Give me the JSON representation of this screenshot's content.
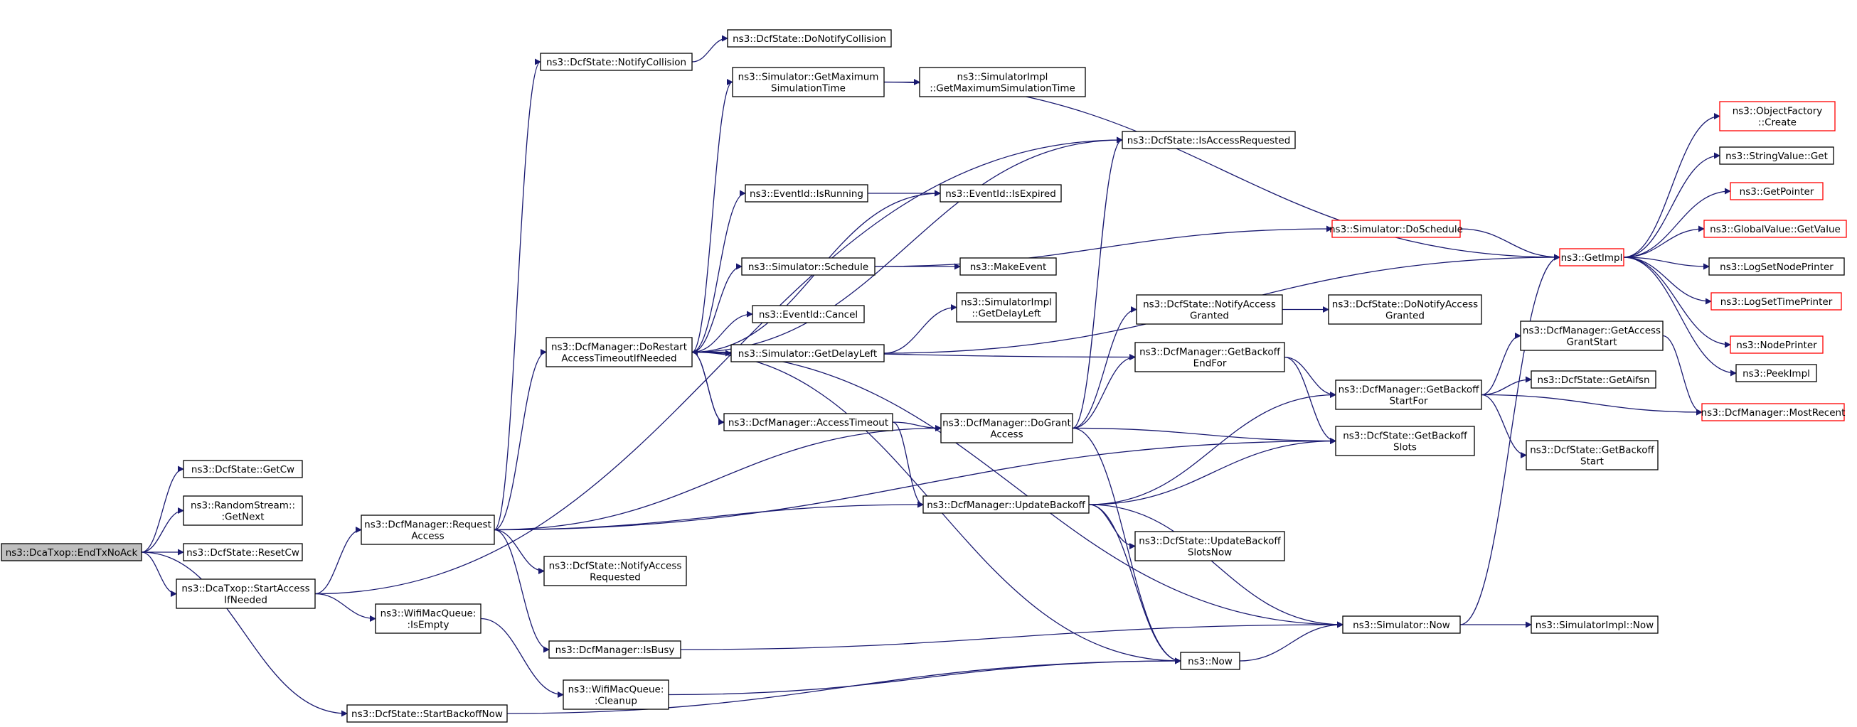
{
  "nodes": [
    {
      "id": "root",
      "lines": [
        "ns3::DcaTxop::EndTxNoAck"
      ],
      "kind": "root"
    },
    {
      "id": "getcw",
      "lines": [
        "ns3::DcfState::GetCw"
      ]
    },
    {
      "id": "rndnext",
      "lines": [
        "ns3::RandomStream::",
        ":GetNext"
      ]
    },
    {
      "id": "resetcw",
      "lines": [
        "ns3::DcfState::ResetCw"
      ]
    },
    {
      "id": "startacc",
      "lines": [
        "ns3::DcaTxop::StartAccess",
        "IfNeeded"
      ]
    },
    {
      "id": "startbo",
      "lines": [
        "ns3::DcfState::StartBackoffNow"
      ]
    },
    {
      "id": "reqacc",
      "lines": [
        "ns3::DcfManager::Request",
        "Access"
      ]
    },
    {
      "id": "wqempty",
      "lines": [
        "ns3::WifiMacQueue:",
        ":IsEmpty"
      ]
    },
    {
      "id": "notifycol",
      "lines": [
        "ns3::DcfState::NotifyCollision"
      ]
    },
    {
      "id": "donotifycol",
      "lines": [
        "ns3::DcfState::DoNotifyCollision"
      ]
    },
    {
      "id": "doRestart",
      "lines": [
        "ns3::DcfManager::DoRestart",
        "AccessTimeoutIfNeeded"
      ]
    },
    {
      "id": "notifyaccreq",
      "lines": [
        "ns3::DcfState::NotifyAccess",
        "Requested"
      ]
    },
    {
      "id": "isbusy",
      "lines": [
        "ns3::DcfManager::IsBusy"
      ]
    },
    {
      "id": "wqcleanup",
      "lines": [
        "ns3::WifiMacQueue:",
        ":Cleanup"
      ]
    },
    {
      "id": "getmaxsim",
      "lines": [
        "ns3::Simulator::GetMaximum",
        "SimulationTime"
      ]
    },
    {
      "id": "implmaxsim",
      "lines": [
        "ns3::SimulatorImpl",
        "::GetMaximumSimulationTime"
      ]
    },
    {
      "id": "evrunning",
      "lines": [
        "ns3::EventId::IsRunning"
      ]
    },
    {
      "id": "evexpired",
      "lines": [
        "ns3::EventId::IsExpired"
      ]
    },
    {
      "id": "schedule",
      "lines": [
        "ns3::Simulator::Schedule"
      ]
    },
    {
      "id": "makeevent",
      "lines": [
        "ns3::MakeEvent"
      ]
    },
    {
      "id": "evcancel",
      "lines": [
        "ns3::EventId::Cancel"
      ]
    },
    {
      "id": "getdelay",
      "lines": [
        "ns3::Simulator::GetDelayLeft"
      ]
    },
    {
      "id": "impldelay",
      "lines": [
        "ns3::SimulatorImpl",
        "::GetDelayLeft"
      ]
    },
    {
      "id": "acctimeout",
      "lines": [
        "ns3::DcfManager::AccessTimeout"
      ]
    },
    {
      "id": "updbackoff",
      "lines": [
        "ns3::DcfManager::UpdateBackoff"
      ]
    },
    {
      "id": "isaccreq",
      "lines": [
        "ns3::DcfState::IsAccessRequested"
      ]
    },
    {
      "id": "doschedule",
      "lines": [
        "ns3::Simulator::DoSchedule"
      ],
      "kind": "red"
    },
    {
      "id": "notifygranted",
      "lines": [
        "ns3::DcfState::NotifyAccess",
        "Granted"
      ]
    },
    {
      "id": "donotifygranted",
      "lines": [
        "ns3::DcfState::DoNotifyAccess",
        "Granted"
      ]
    },
    {
      "id": "getboend",
      "lines": [
        "ns3::DcfManager::GetBackoff",
        "EndFor"
      ]
    },
    {
      "id": "dogrant",
      "lines": [
        "ns3::DcfManager::DoGrant",
        "Access"
      ]
    },
    {
      "id": "getboslots",
      "lines": [
        "ns3::DcfState::GetBackoff",
        "Slots"
      ]
    },
    {
      "id": "updboslots",
      "lines": [
        "ns3::DcfState::UpdateBackoff",
        "SlotsNow"
      ]
    },
    {
      "id": "now",
      "lines": [
        "ns3::Now"
      ]
    },
    {
      "id": "simnow",
      "lines": [
        "ns3::Simulator::Now"
      ]
    },
    {
      "id": "getbostart",
      "lines": [
        "ns3::DcfManager::GetBackoff",
        "StartFor"
      ]
    },
    {
      "id": "getaccgrant",
      "lines": [
        "ns3::DcfManager::GetAccess",
        "GrantStart"
      ]
    },
    {
      "id": "getaifsn",
      "lines": [
        "ns3::DcfState::GetAifsn"
      ]
    },
    {
      "id": "getbostartst",
      "lines": [
        "ns3::DcfState::GetBackoff",
        "Start"
      ]
    },
    {
      "id": "implnow",
      "lines": [
        "ns3::SimulatorImpl::Now"
      ]
    },
    {
      "id": "getimpl",
      "lines": [
        "ns3::GetImpl"
      ],
      "kind": "red"
    },
    {
      "id": "objfactory",
      "lines": [
        "ns3::ObjectFactory",
        "::Create"
      ],
      "kind": "red"
    },
    {
      "id": "strget",
      "lines": [
        "ns3::StringValue::Get"
      ]
    },
    {
      "id": "getptr",
      "lines": [
        "ns3::GetPointer"
      ],
      "kind": "red"
    },
    {
      "id": "globget",
      "lines": [
        "ns3::GlobalValue::GetValue"
      ],
      "kind": "red"
    },
    {
      "id": "lognode",
      "lines": [
        "ns3::LogSetNodePrinter"
      ]
    },
    {
      "id": "logtime",
      "lines": [
        "ns3::LogSetTimePrinter"
      ],
      "kind": "red"
    },
    {
      "id": "nodeprinter",
      "lines": [
        "ns3::NodePrinter"
      ],
      "kind": "red"
    },
    {
      "id": "peekimpl",
      "lines": [
        "ns3::PeekImpl"
      ]
    },
    {
      "id": "mostrecent",
      "lines": [
        "ns3::DcfManager::MostRecent"
      ],
      "kind": "red"
    }
  ],
  "edges": [
    [
      "root",
      "getcw"
    ],
    [
      "root",
      "rndnext"
    ],
    [
      "root",
      "resetcw"
    ],
    [
      "root",
      "startacc"
    ],
    [
      "root",
      "startbo"
    ],
    [
      "startacc",
      "reqacc"
    ],
    [
      "startacc",
      "wqempty"
    ],
    [
      "startacc",
      "isaccreq"
    ],
    [
      "wqempty",
      "wqcleanup"
    ],
    [
      "reqacc",
      "notifycol"
    ],
    [
      "reqacc",
      "doRestart"
    ],
    [
      "reqacc",
      "notifyaccreq"
    ],
    [
      "reqacc",
      "isbusy"
    ],
    [
      "reqacc",
      "dogrant"
    ],
    [
      "reqacc",
      "updbackoff"
    ],
    [
      "reqacc",
      "getboslots"
    ],
    [
      "notifycol",
      "donotifycol"
    ],
    [
      "isbusy",
      "simnow"
    ],
    [
      "wqcleanup",
      "now"
    ],
    [
      "startbo",
      "now"
    ],
    [
      "doRestart",
      "isaccreq"
    ],
    [
      "doRestart",
      "getmaxsim"
    ],
    [
      "doRestart",
      "evrunning"
    ],
    [
      "doRestart",
      "evexpired"
    ],
    [
      "doRestart",
      "schedule"
    ],
    [
      "doRestart",
      "evcancel"
    ],
    [
      "doRestart",
      "getdelay"
    ],
    [
      "doRestart",
      "acctimeout"
    ],
    [
      "doRestart",
      "getboend"
    ],
    [
      "doRestart",
      "now"
    ],
    [
      "doRestart",
      "simnow"
    ],
    [
      "getmaxsim",
      "implmaxsim"
    ],
    [
      "getmaxsim",
      "getimpl"
    ],
    [
      "evrunning",
      "evexpired"
    ],
    [
      "schedule",
      "makeevent"
    ],
    [
      "schedule",
      "doschedule"
    ],
    [
      "getdelay",
      "impldelay"
    ],
    [
      "getdelay",
      "getimpl"
    ],
    [
      "doschedule",
      "getimpl"
    ],
    [
      "acctimeout",
      "doRestart"
    ],
    [
      "acctimeout",
      "dogrant"
    ],
    [
      "acctimeout",
      "updbackoff"
    ],
    [
      "dogrant",
      "isaccreq"
    ],
    [
      "dogrant",
      "notifygranted"
    ],
    [
      "dogrant",
      "getboend"
    ],
    [
      "dogrant",
      "getboslots"
    ],
    [
      "dogrant",
      "now"
    ],
    [
      "notifygranted",
      "donotifygranted"
    ],
    [
      "getboend",
      "getbostart"
    ],
    [
      "getboend",
      "getboslots"
    ],
    [
      "updbackoff",
      "getbostart"
    ],
    [
      "updbackoff",
      "getboslots"
    ],
    [
      "updbackoff",
      "updboslots"
    ],
    [
      "updbackoff",
      "now"
    ],
    [
      "updbackoff",
      "simnow"
    ],
    [
      "now",
      "simnow"
    ],
    [
      "simnow",
      "implnow"
    ],
    [
      "simnow",
      "getimpl"
    ],
    [
      "getbostart",
      "getaccgrant"
    ],
    [
      "getbostart",
      "getaifsn"
    ],
    [
      "getbostart",
      "getbostartst"
    ],
    [
      "getbostart",
      "mostrecent"
    ],
    [
      "getaccgrant",
      "mostrecent"
    ],
    [
      "getimpl",
      "objfactory"
    ],
    [
      "getimpl",
      "strget"
    ],
    [
      "getimpl",
      "getptr"
    ],
    [
      "getimpl",
      "globget"
    ],
    [
      "getimpl",
      "lognode"
    ],
    [
      "getimpl",
      "logtime"
    ],
    [
      "getimpl",
      "nodeprinter"
    ],
    [
      "getimpl",
      "peekimpl"
    ]
  ],
  "colors": {
    "edge": "#191970",
    "node_border": "#000000",
    "red_border": "#ff0000",
    "root_fill": "#bfbfbf"
  }
}
